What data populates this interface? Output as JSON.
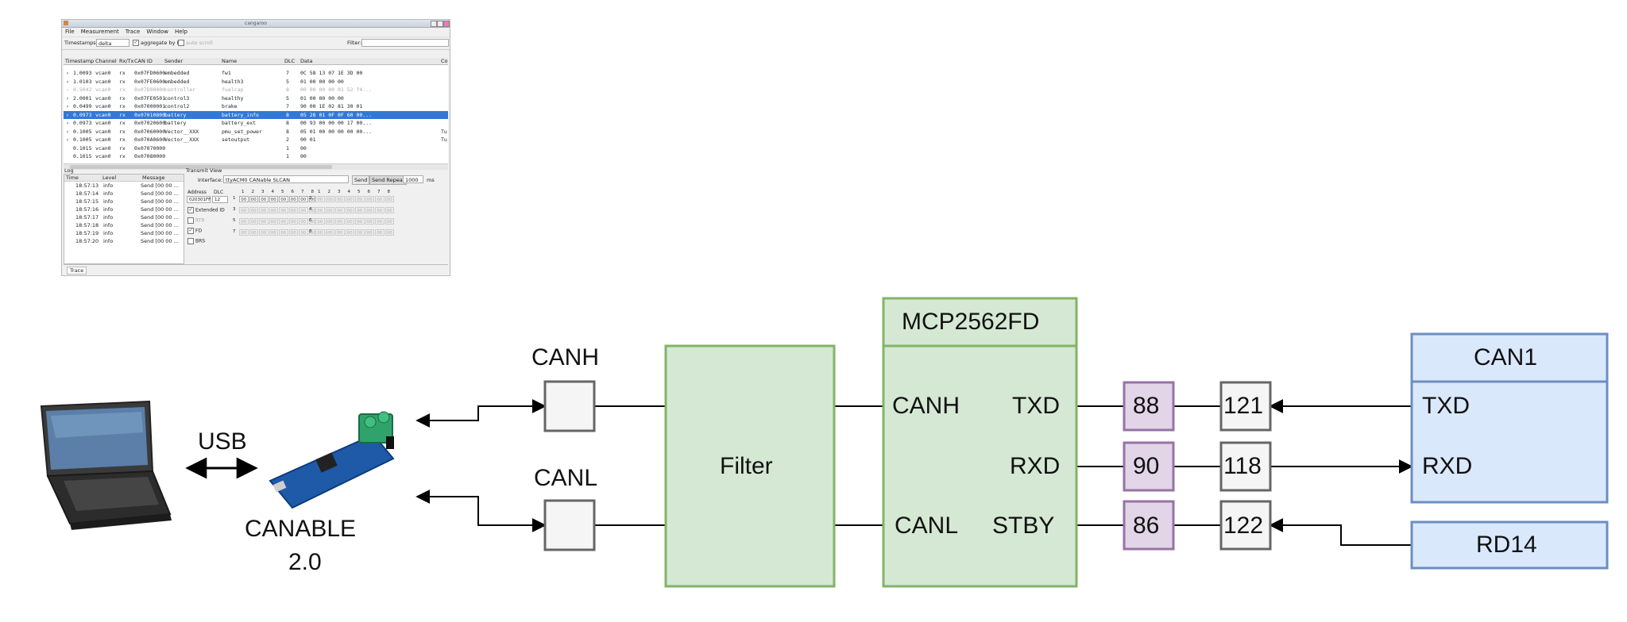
{
  "app": {
    "window_title": "cangaroo",
    "menu": [
      "File",
      "Measurement",
      "Trace",
      "Window",
      "Help"
    ],
    "toolbar": {
      "timestamps_label": "Timestamps:",
      "timestamps_value": "delta",
      "aggregate_label": "aggregate by ID",
      "autoscroll_label": "auto scroll",
      "filter_label": "Filter:"
    },
    "trace_columns": [
      "Timestamp",
      "Channel",
      "Rx/Tx",
      "CAN ID",
      "Sender",
      "Name",
      "DLC",
      "Data",
      "Co"
    ],
    "trace_rows": [
      {
        "time": "1.0093",
        "ch": "vcan0",
        "rxtx": "rx",
        "id": "0x07FD0600",
        "sender": "embedded",
        "name": "fw1",
        "dlc": "7",
        "data": "0C 58 13 07 1E 3D 00",
        "comment": ""
      },
      {
        "time": "1.0103",
        "ch": "vcan0",
        "rxtx": "rx",
        "id": "0x07FE0600",
        "sender": "embedded",
        "name": "health3",
        "dlc": "5",
        "data": "01 00 00 00 00",
        "comment": ""
      },
      {
        "time": "0.5042",
        "ch": "vcan0",
        "rxtx": "rx",
        "id": "0x07D00400",
        "sender": "controller",
        "name": "fuelcap",
        "dlc": "8",
        "data": "00 00 00 00 01 52 f4...",
        "comment": ""
      },
      {
        "time": "2.0001",
        "ch": "vcan0",
        "rxtx": "rx",
        "id": "0x07FE0501",
        "sender": "control3",
        "name": "healthy",
        "dlc": "5",
        "data": "01 00 00 00 00",
        "comment": ""
      },
      {
        "time": "0.0499",
        "ch": "vcan0",
        "rxtx": "rx",
        "id": "0x07000001",
        "sender": "control2",
        "name": "brake",
        "dlc": "7",
        "data": "90 00 1E 02 81 30 01",
        "comment": ""
      },
      {
        "time": "0.0973",
        "ch": "vcan0",
        "rxtx": "rx",
        "id": "0x07010800",
        "sender": "battery",
        "name": "battery_info",
        "dlc": "8",
        "data": "05 28 01 0F 0F 60 00...",
        "comment": ""
      },
      {
        "time": "0.0973",
        "ch": "vcan0",
        "rxtx": "rx",
        "id": "0x07020600",
        "sender": "battery",
        "name": "battery_ext",
        "dlc": "8",
        "data": "00 93 00 00 00 17 00...",
        "comment": ""
      },
      {
        "time": "0.1005",
        "ch": "vcan0",
        "rxtx": "rx",
        "id": "0x07060000",
        "sender": "Vector__XXX",
        "name": "pmu_set_power",
        "dlc": "8",
        "data": "05 01 00 00 00 00 00...",
        "comment": "Tu"
      },
      {
        "time": "0.1005",
        "ch": "vcan0",
        "rxtx": "rx",
        "id": "0x070A0600",
        "sender": "Vector__XXX",
        "name": "setoutput",
        "dlc": "2",
        "data": "00 01",
        "comment": "Tu"
      },
      {
        "time": "0.1015",
        "ch": "vcan0",
        "rxtx": "rx",
        "id": "0x07070000",
        "sender": "",
        "name": "",
        "dlc": "1",
        "data": "00",
        "comment": ""
      },
      {
        "time": "0.1015",
        "ch": "vcan0",
        "rxtx": "rx",
        "id": "0x07080000",
        "sender": "",
        "name": "",
        "dlc": "1",
        "data": "00",
        "comment": ""
      }
    ],
    "log": {
      "title": "Log",
      "columns": [
        "Time",
        "Level",
        "Message"
      ],
      "rows": [
        {
          "time": "18:57:13",
          "level": "info",
          "msg": "Send [00 00 ..."
        },
        {
          "time": "18:57:14",
          "level": "info",
          "msg": "Send [00 00 ..."
        },
        {
          "time": "18:57:15",
          "level": "info",
          "msg": "Send [00 00 ..."
        },
        {
          "time": "18:57:16",
          "level": "info",
          "msg": "Send [00 00 ..."
        },
        {
          "time": "18:57:17",
          "level": "info",
          "msg": "Send [00 00 ..."
        },
        {
          "time": "18:57:18",
          "level": "info",
          "msg": "Send [00 00 ..."
        },
        {
          "time": "18:57:19",
          "level": "info",
          "msg": "Send [00 00 ..."
        },
        {
          "time": "18:57:20",
          "level": "info",
          "msg": "Send [00 00 ..."
        }
      ]
    },
    "transmit": {
      "title": "Transmit View",
      "interface_label": "Interface:",
      "interface_value": "ttyACM0 CANable SLCAN",
      "send": "Send",
      "send_repeat": "Send Repeat",
      "repeat_value": "1000",
      "ms": "ms",
      "address_label": "Address",
      "dlc_label": "DLC",
      "address_value": "020301FF",
      "dlc_value": "12",
      "extended_id": "Extended ID",
      "rtr": "RTR",
      "fd": "FD",
      "brs": "BRS",
      "byte_header": [
        "1",
        "2",
        "3",
        "4",
        "5",
        "6",
        "7",
        "8"
      ],
      "row_labels": [
        "1",
        "2",
        "3",
        "4",
        "5",
        "6",
        "7",
        "8"
      ],
      "cell_value": "00"
    },
    "tab": "Trace"
  },
  "diagram": {
    "usb_label": "USB",
    "canable_label_line1": "CANABLE",
    "canable_label_line2": "2.0",
    "canh_label": "CANH",
    "canl_label": "CANL",
    "filter_label": "Filter",
    "chip_title": "MCP2562FD",
    "chip_pins": {
      "canh": "CANH",
      "canl": "CANL",
      "txd": "TXD",
      "rxd": "RXD",
      "stby": "STBY"
    },
    "purple_boxes": [
      "88",
      "90",
      "86"
    ],
    "gray_boxes": [
      "121",
      "118",
      "122"
    ],
    "can1_title": "CAN1",
    "can1_pins": {
      "txd": "TXD",
      "rxd": "RXD"
    },
    "rd14_label": "RD14"
  },
  "colors": {
    "green_fill": "#d5e8d4",
    "green_stroke": "#82b366",
    "purple_fill": "#e1d5e7",
    "purple_stroke": "#9673a6",
    "blue_fill": "#dae8fc",
    "blue_stroke": "#6c8ebf",
    "gray_fill": "#f5f5f5",
    "gray_stroke": "#666666",
    "selection": "#3277d9"
  }
}
